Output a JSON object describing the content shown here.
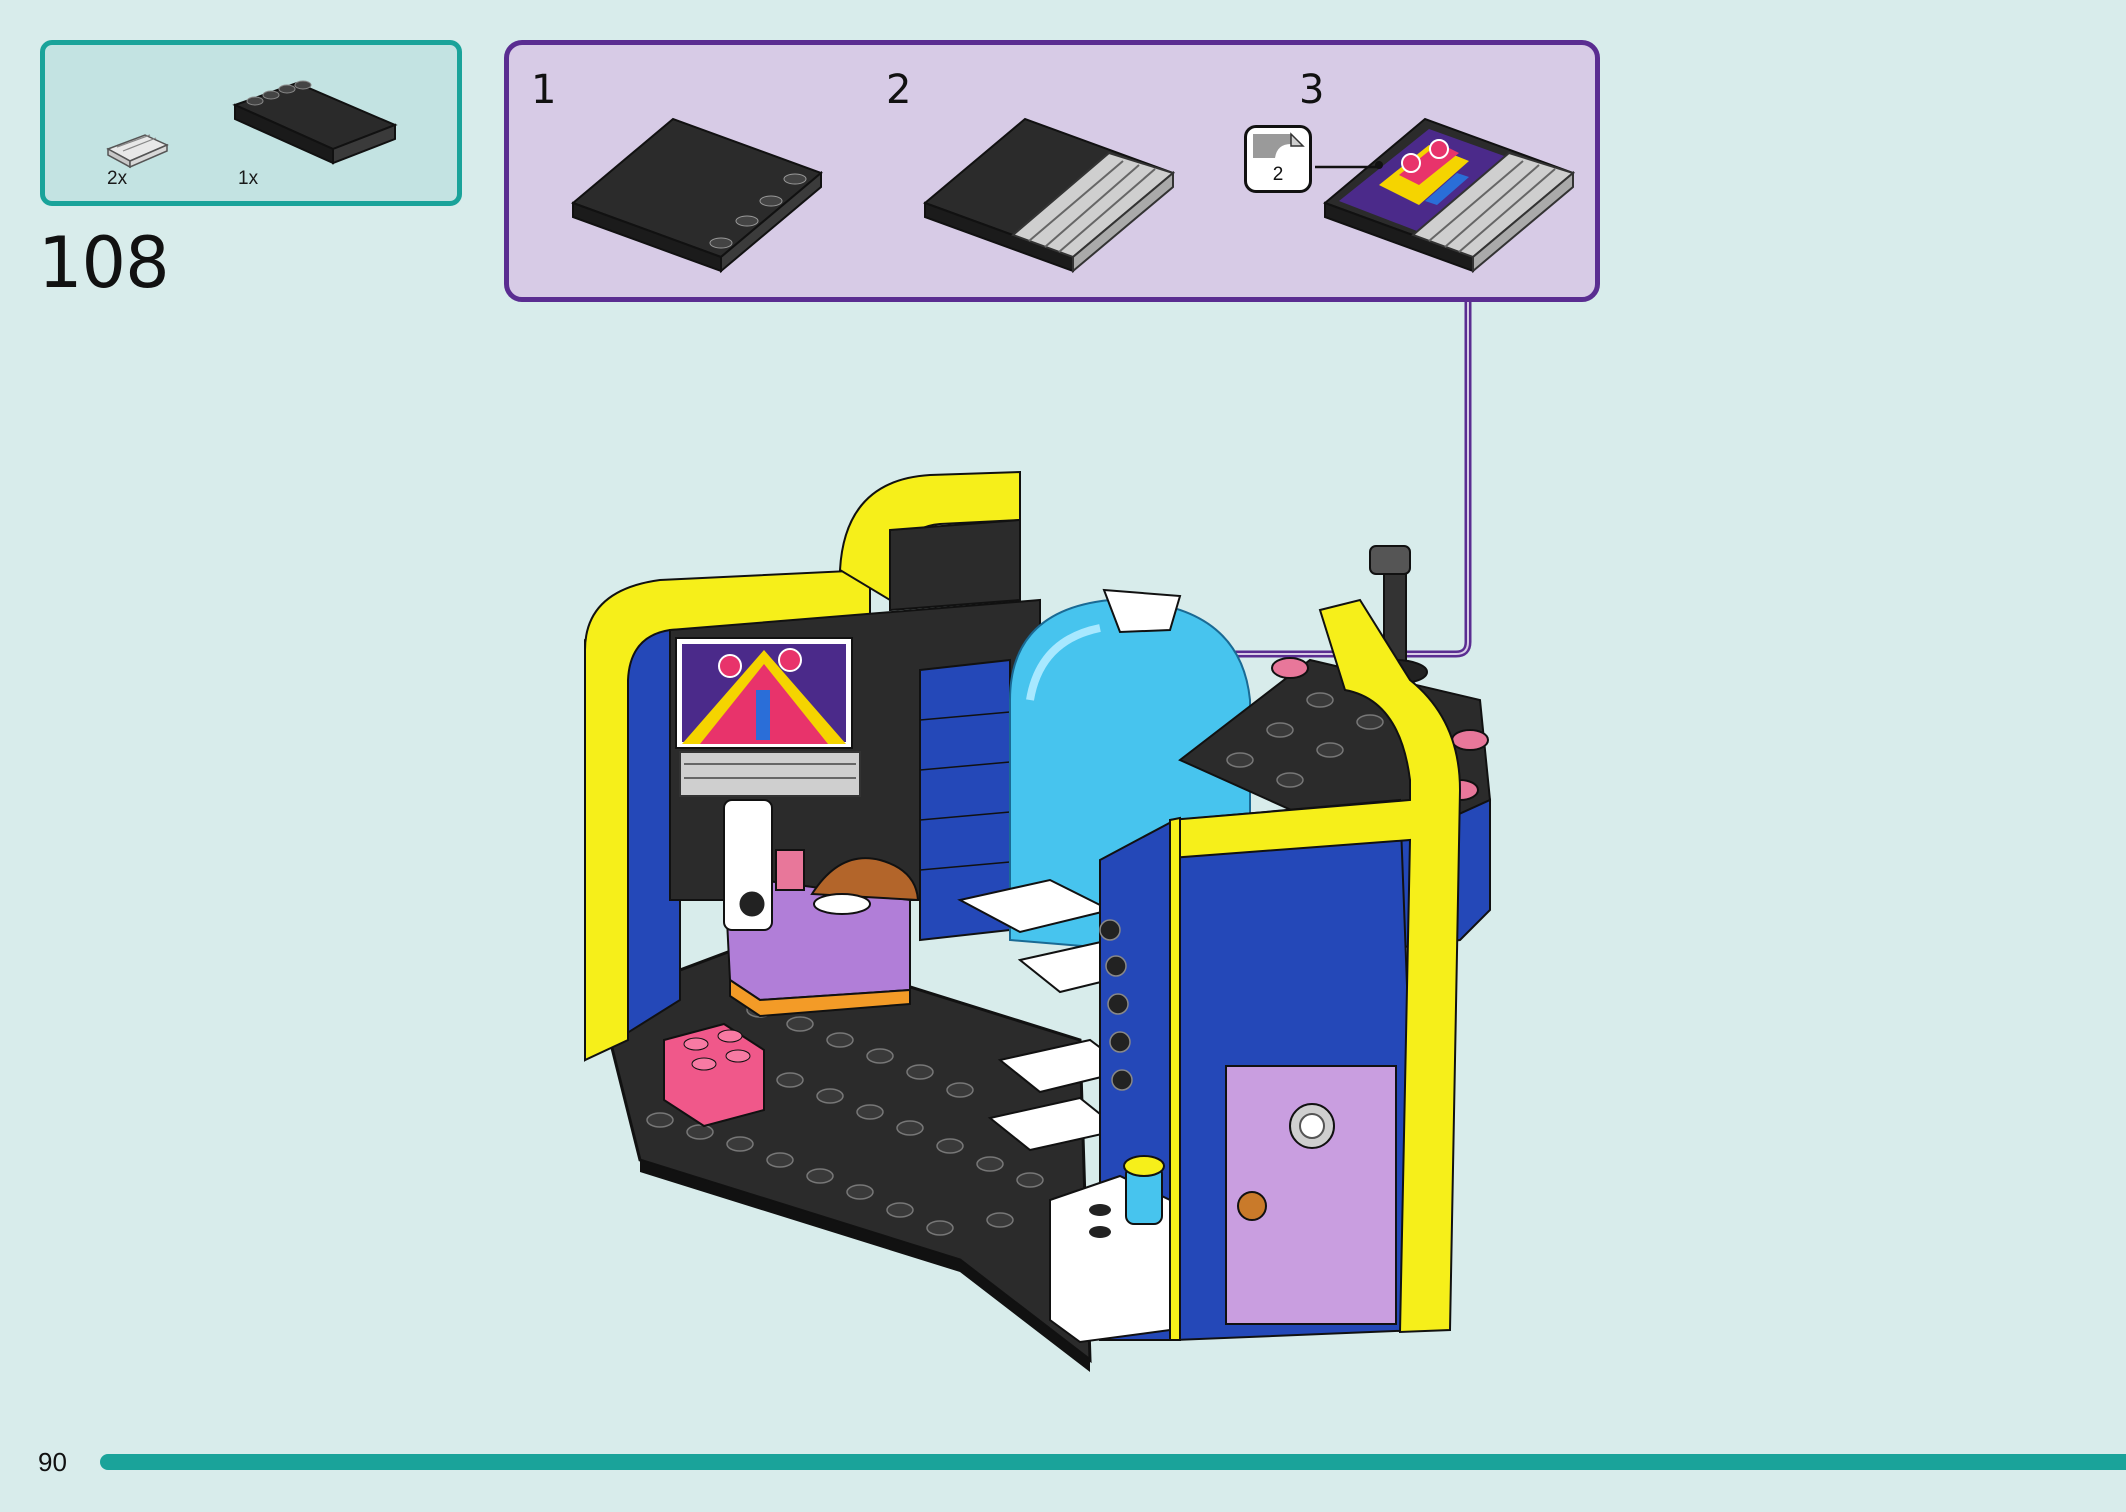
{
  "page": {
    "page_number": "90",
    "step_number": "108",
    "accent_color": "#1aa39a",
    "subassembly_color": "#5a2d91",
    "background_color": "#d8eceb"
  },
  "parts": [
    {
      "name": "transparent-clear-plate",
      "quantity": "2x",
      "icon": "clear-tile-icon"
    },
    {
      "name": "black-tile-4x4",
      "quantity": "1x",
      "icon": "black-plate-icon"
    }
  ],
  "subassembly": {
    "steps": [
      "1",
      "2",
      "3"
    ],
    "sticker": {
      "label": "2",
      "icon": "sticker-icon"
    }
  }
}
